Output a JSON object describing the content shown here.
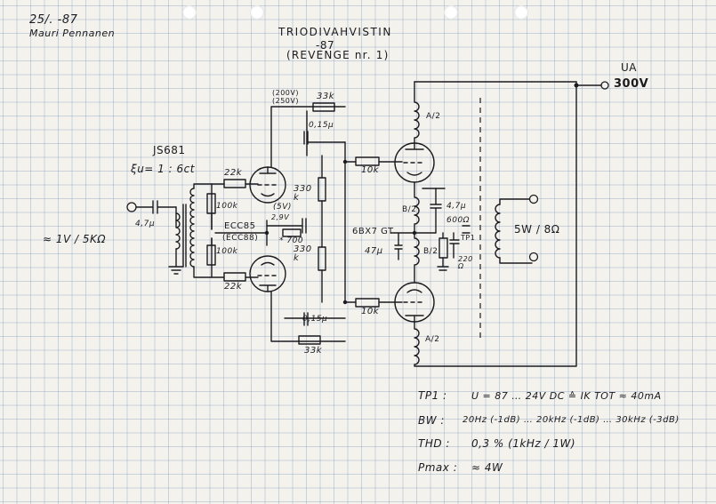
{
  "header": {
    "date": "25/. -87",
    "author": "Mauri Pennanen",
    "title_line1": "TRIODIVAHVISTIN",
    "title_line2": "-87",
    "title_line3": "(REVENGE nr. 1)"
  },
  "input": {
    "transformer_name": "JS681",
    "ratio": "ξu= 1 : 6ct",
    "cap_in": "4,7μ",
    "level": "≈ 1V / 5KΩ"
  },
  "driver": {
    "grid_res_top": "22k",
    "grid_res_bottom": "22k",
    "leak_top": "100k",
    "leak_bottom": "100k",
    "tube": "ECC85",
    "tube_alt": "(ECC88)",
    "cathode_v": "(5V)",
    "cathode_r": "2,9V",
    "cathode_note": "* 700",
    "plate_r_top": "330 k",
    "plate_r_bottom": "330 k",
    "supply_v1": "(200V)",
    "supply_v2": "(250V)",
    "res_top": "33k",
    "cap_top": "0,15μ",
    "cap_bottom": "0,15μ",
    "res_bottom": "33k"
  },
  "output": {
    "grid_r_top": "10k",
    "grid_r_bottom": "10k",
    "tube": "6BX7 GT",
    "cathode_cap": "47μ",
    "coupling_cap": "4,7μ",
    "load_r": "600Ω",
    "bias_r": "220 Ω",
    "tp": "TP1",
    "tap_a_top": "A/2",
    "tap_b_top": "B/2",
    "tap_b_bottom": "B/2",
    "tap_a_bottom": "A/2",
    "speaker": "5W / 8Ω"
  },
  "supply": {
    "label": "UA",
    "voltage": "300V"
  },
  "specs": {
    "tp1_label": "TP1 :",
    "tp1_value": "U = 87 … 24V DC ≙ IK TOT ≈ 40mA",
    "bw_label": "BW :",
    "bw_value": "20Hz (-1dB) … 20kHz (-1dB) … 30kHz (-3dB)",
    "thd_label": "THD :",
    "thd_value": "0,3 % (1kHz / 1W)",
    "pmax_label": "Pmax :",
    "pmax_value": "≈ 4W"
  }
}
